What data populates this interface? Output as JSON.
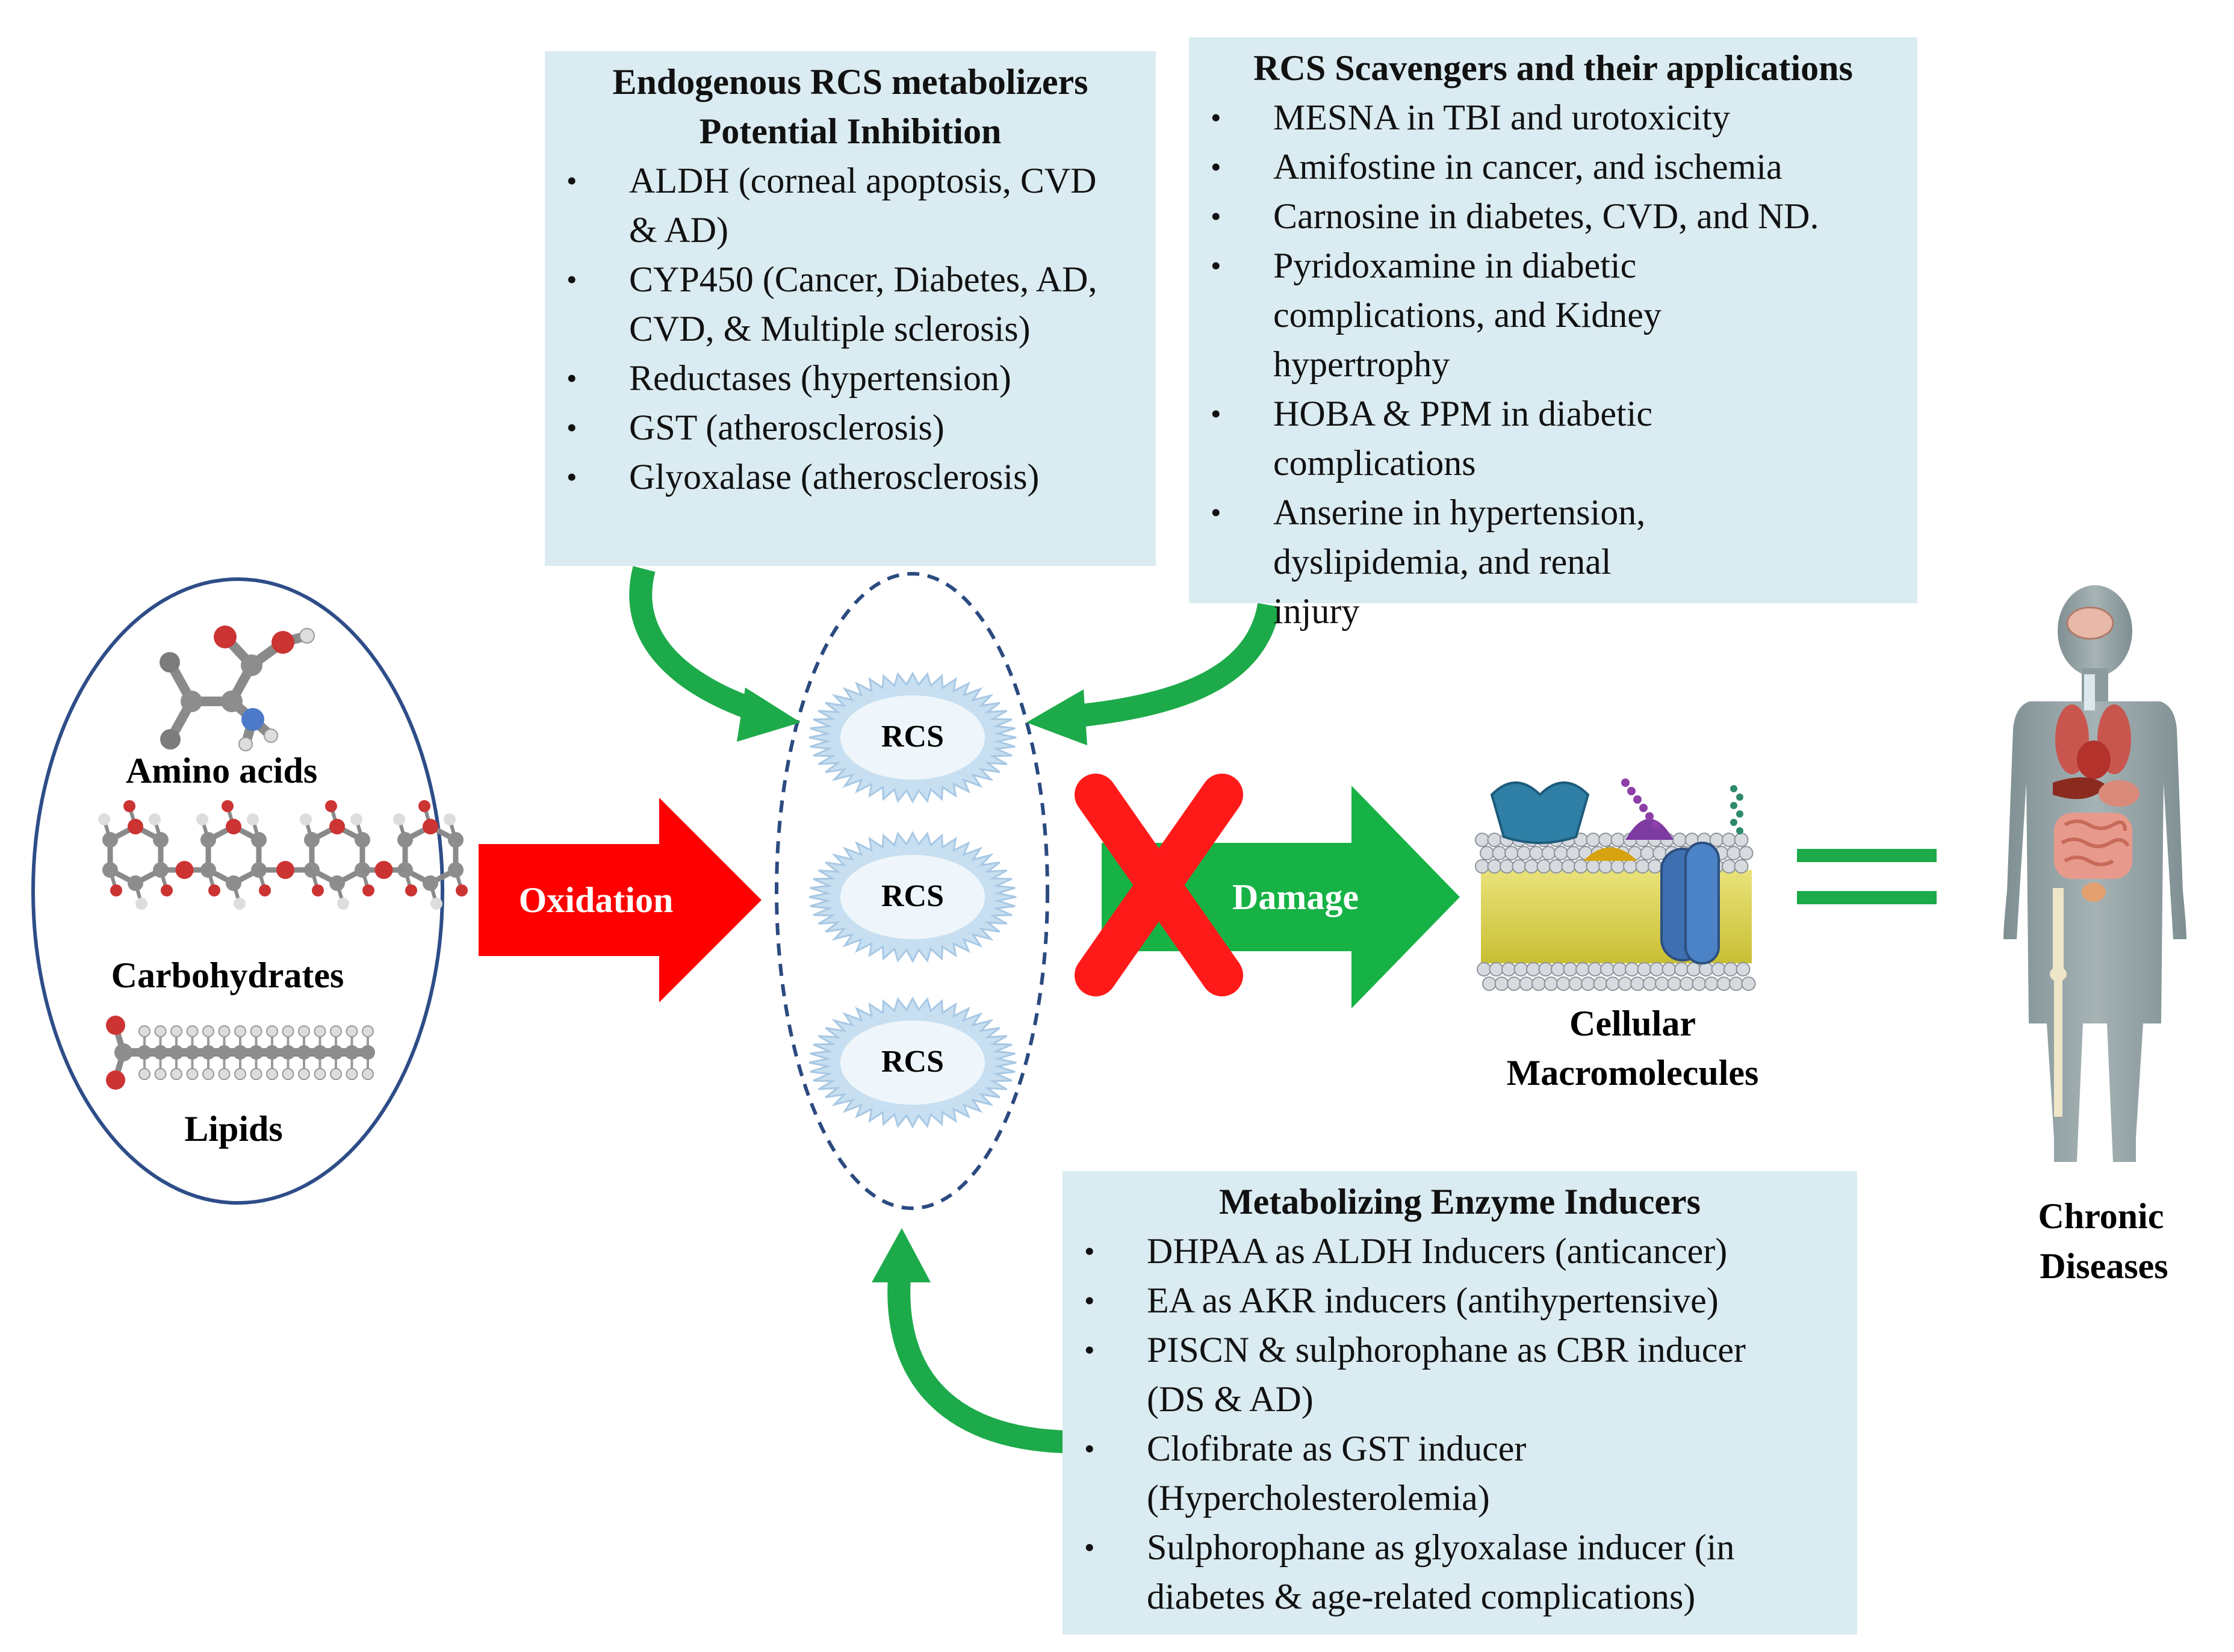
{
  "sources": {
    "items": [
      "Amino acids",
      "Carbohydrates",
      "Lipids"
    ]
  },
  "arrows": {
    "oxidation": "Oxidation",
    "damage": "Damage"
  },
  "rcs": {
    "labels": [
      "RCS",
      "RCS",
      "RCS"
    ]
  },
  "targets": {
    "cellular": [
      "Cellular",
      "Macromolecules"
    ],
    "chronic": [
      "Chronic",
      "Diseases"
    ]
  },
  "boxes": {
    "metabolizers": {
      "title": [
        "Endogenous RCS metabolizers",
        "Potential Inhibition"
      ],
      "items": [
        "ALDH (corneal apoptosis, CVD & AD)",
        "CYP450 (Cancer, Diabetes, AD, CVD, & Multiple sclerosis)",
        "Reductases (hypertension)",
        "GST (atherosclerosis)",
        "Glyoxalase (atherosclerosis)"
      ]
    },
    "scavengers": {
      "title": "RCS Scavengers and their applications",
      "items": [
        "MESNA in TBI and urotoxicity",
        "Amifostine in cancer,  and ischemia",
        "Carnosine in diabetes, CVD, and ND.",
        "Pyridoxamine in diabetic complications, and Kidney hypertrophy",
        "HOBA & PPM in diabetic complications",
        "Anserine in hypertension, dyslipidemia, and renal injury"
      ]
    },
    "inducers": {
      "title": "Metabolizing Enzyme Inducers",
      "items": [
        "DHPAA as ALDH Inducers (anticancer)",
        "EA as AKR inducers (antihypertensive)",
        "PISCN & sulphorophane as CBR inducer (DS  & AD)",
        "Clofibrate as GST inducer (Hypercholesterolemia)",
        "Sulphorophane as glyoxalase inducer (in diabetes & age-related complications)"
      ]
    }
  },
  "colors": {
    "box_fill": "#daebf1",
    "oxidation_arrow": "#ff0000",
    "damage_arrow": "#17b245",
    "green_curve": "#1daa4a",
    "cross": "#ff1a1a",
    "ellipse_solid": "#2e4d88",
    "ellipse_dashed": "#2b4a80",
    "rcs_burst": "#c7dff0",
    "equals": "#1daa4a",
    "body": "#8c9b9e"
  },
  "icons": {
    "amino_acid": "ball-and-stick-amino-acid-icon",
    "carbohydrate": "ball-and-stick-carbohydrate-chain-icon",
    "lipid": "ball-and-stick-fatty-acid-icon",
    "membrane": "lipid-bilayer-membrane-icon",
    "human": "human-body-anatomy-icon",
    "cross": "red-x-block-icon"
  }
}
